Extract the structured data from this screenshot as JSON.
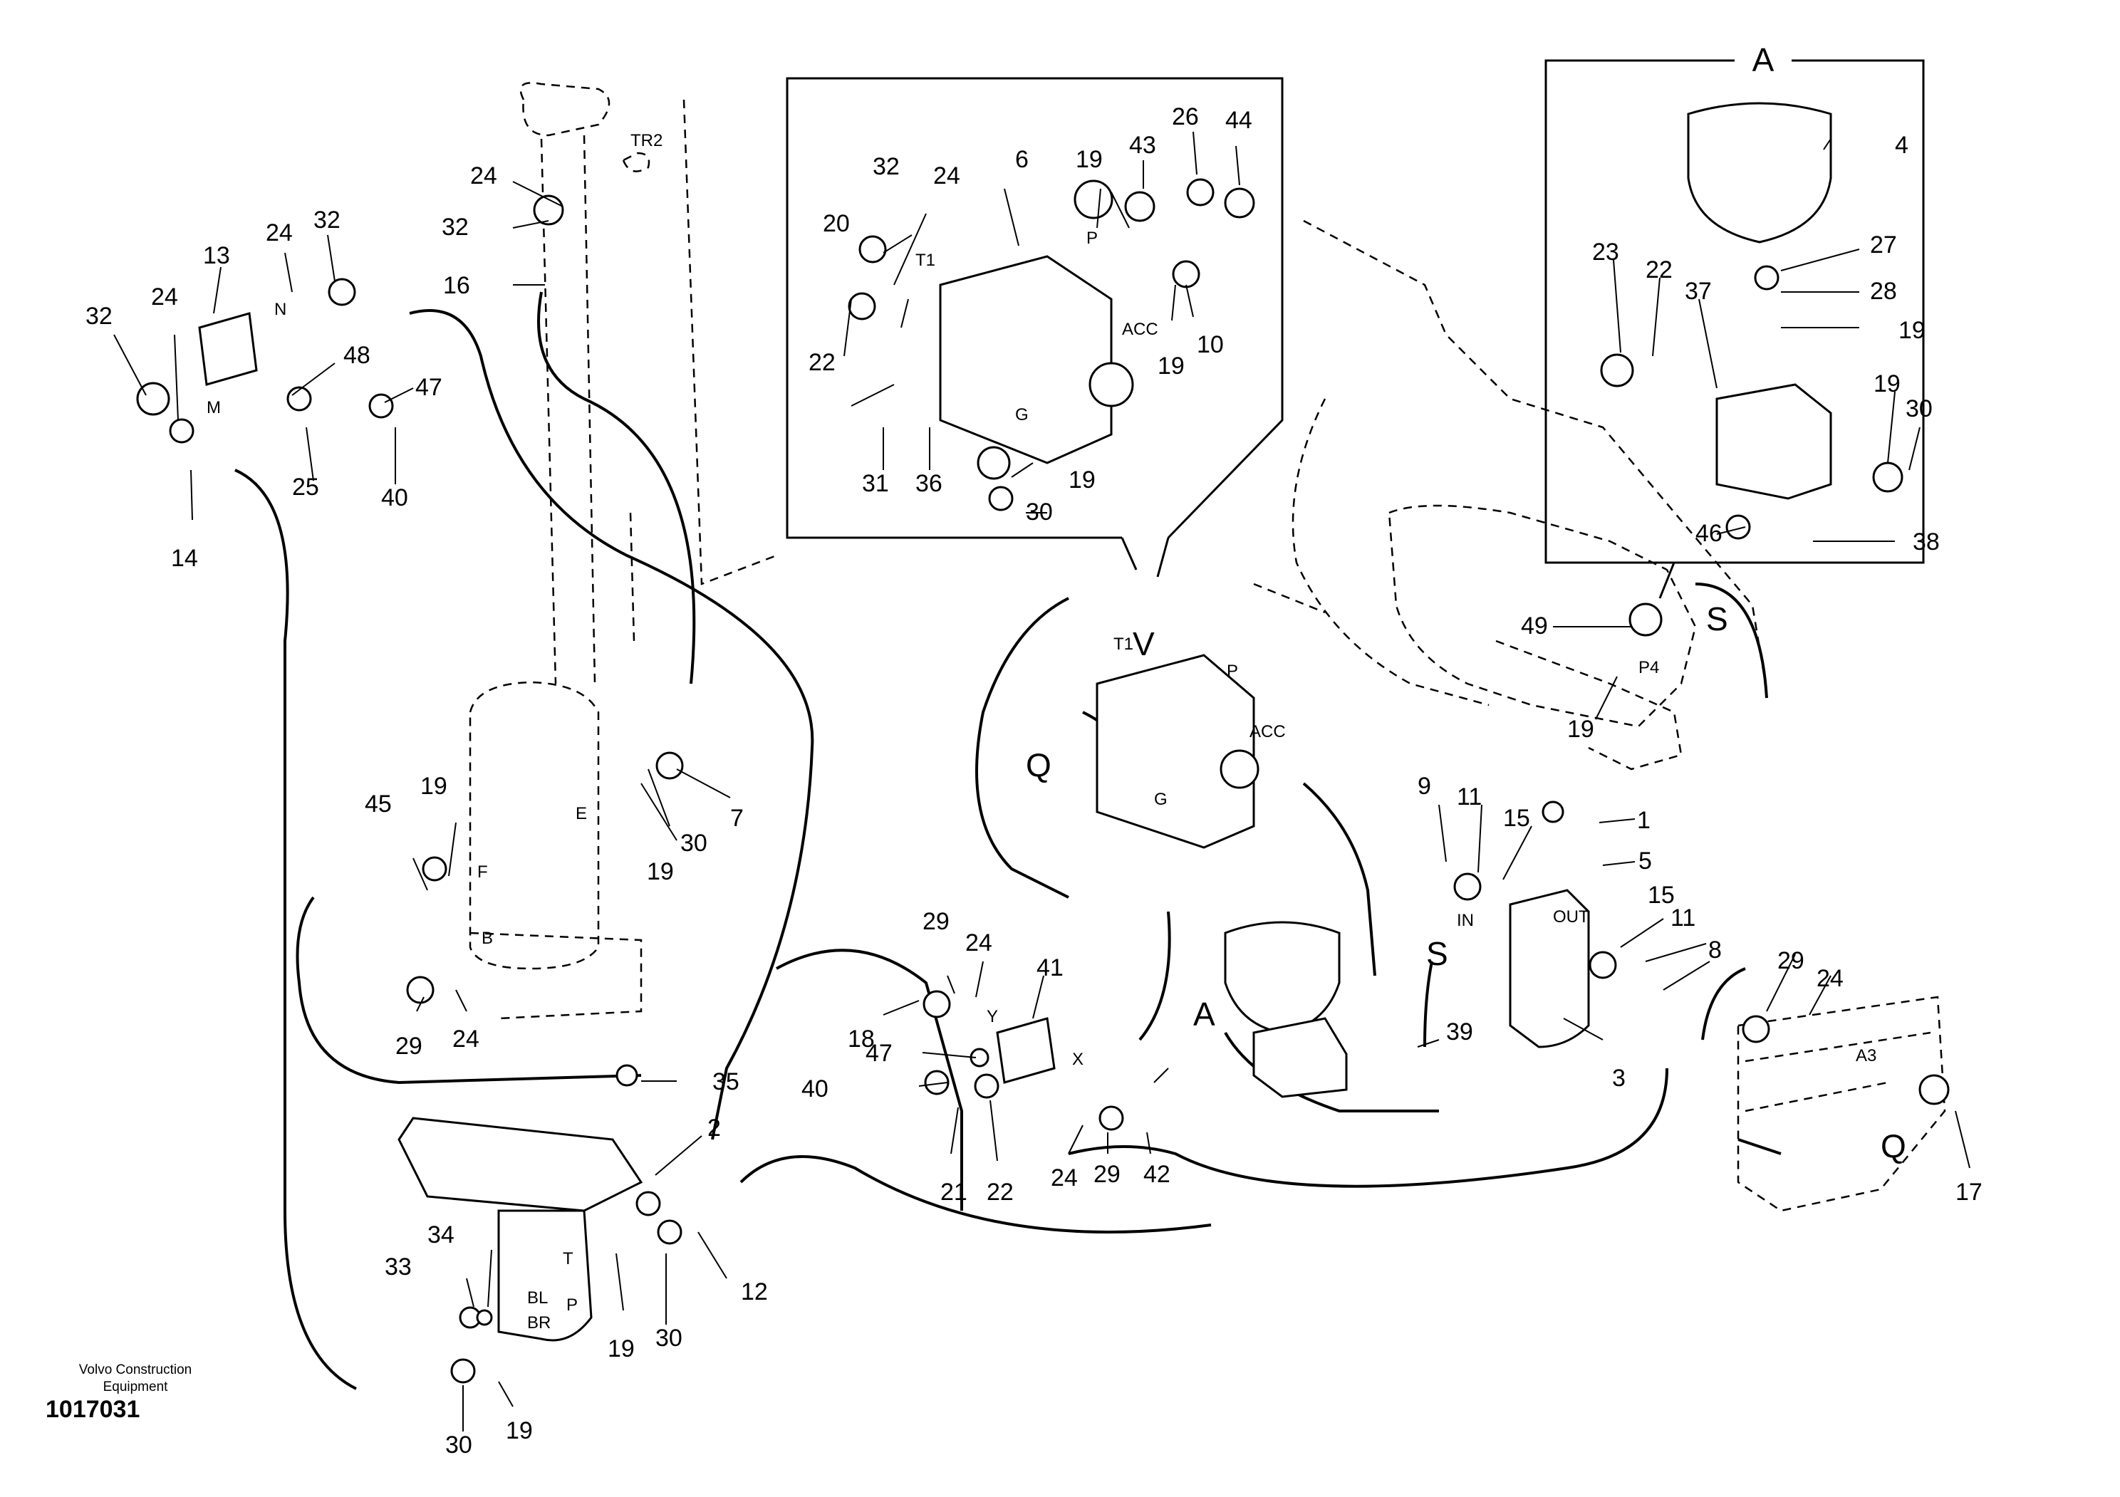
{
  "credit": {
    "line1": "Volvo Construction",
    "line2": "Equipment"
  },
  "drawing_number": "1017031",
  "detail_labels": {
    "A_box": "A",
    "A_left": "A"
  },
  "ports": {
    "TR2": "TR2",
    "N": "N",
    "M": "M",
    "E": "E",
    "F": "F",
    "B": "B",
    "T1": "T1",
    "P": "P",
    "ACC": "ACC",
    "G": "G",
    "V": "V",
    "Q": "Q",
    "S": "S",
    "P4": "P4",
    "IN": "IN",
    "OUT": "OUT",
    "Y": "Y",
    "X": "X",
    "T": "T",
    "BL": "BL",
    "BR": "BR",
    "A3": "A3"
  },
  "callouts": {
    "c1": "1",
    "c2": "2",
    "c3": "3",
    "c4": "4",
    "c5": "5",
    "c6": "6",
    "c7": "7",
    "c8": "8",
    "c9": "9",
    "c10": "10",
    "c11": "11",
    "c12": "12",
    "c13": "13",
    "c14": "14",
    "c15": "15",
    "c16": "16",
    "c17": "17",
    "c18": "18",
    "c19": "19",
    "c20": "20",
    "c21": "21",
    "c22": "22",
    "c23": "23",
    "c24": "24",
    "c25": "25",
    "c26": "26",
    "c27": "27",
    "c28": "28",
    "c29": "29",
    "c30": "30",
    "c31": "31",
    "c32": "32",
    "c33": "33",
    "c34": "34",
    "c35": "35",
    "c36": "36",
    "c37": "37",
    "c38": "38",
    "c39": "39",
    "c40": "40",
    "c41": "41",
    "c42": "42",
    "c43": "43",
    "c44": "44",
    "c45": "45",
    "c46": "46",
    "c47": "47",
    "c48": "48",
    "c49": "49"
  }
}
